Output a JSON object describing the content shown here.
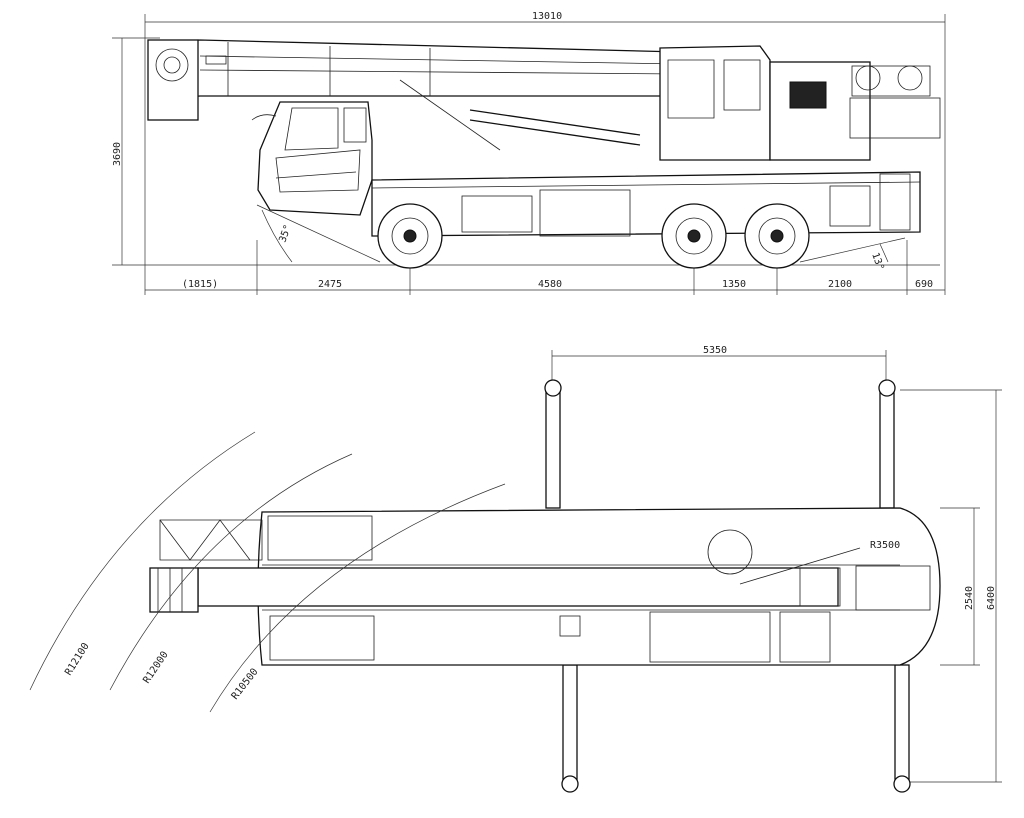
{
  "side_view": {
    "overall_length": "13010",
    "overall_height": "3690",
    "segments": [
      "(1815)",
      "2475",
      "4580",
      "1350",
      "2100",
      "690"
    ],
    "approach_angle": "35°",
    "departure_angle": "13°"
  },
  "top_view": {
    "outrigger_span_longitudinal": "5350",
    "vehicle_width": "2540",
    "outrigger_span_transverse": "6400",
    "tail_swing_radius": "R3500",
    "turning_radius_1": "R12100",
    "turning_radius_2": "R12000",
    "turning_radius_3": "R10500"
  }
}
